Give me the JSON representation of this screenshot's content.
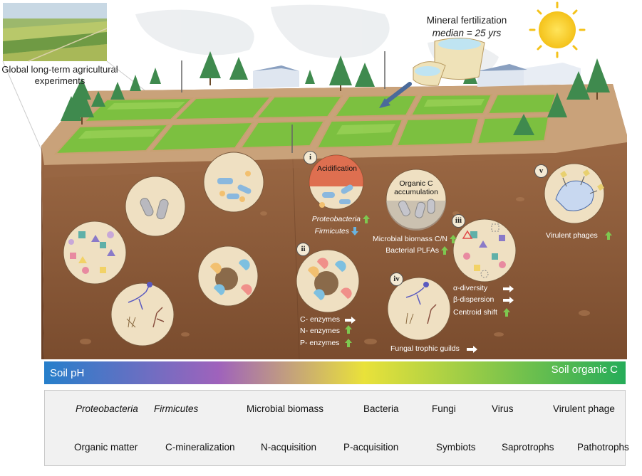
{
  "header": {
    "photo_caption": "Global long-term agricultural experiments",
    "fertilization_title": "Mineral fertilization",
    "fertilization_median": "median = 25 yrs"
  },
  "circles": {
    "i": {
      "numeral": "i",
      "title": "Acidification",
      "labels": [
        "Proteobacteria",
        "Firmicutes"
      ],
      "directions": [
        "up",
        "down"
      ]
    },
    "organic_c": {
      "title_line1": "Organic C",
      "title_line2": "accumulation",
      "labels": [
        "Microbial biomass C/N",
        "Bacterial PLFAs"
      ],
      "directions": [
        "up",
        "up"
      ]
    },
    "ii": {
      "numeral": "ii",
      "labels": [
        "C- enzymes",
        "N- enzymes",
        "P- enzymes"
      ],
      "directions": [
        "neutral",
        "up",
        "up"
      ]
    },
    "iii": {
      "numeral": "iii",
      "labels": [
        "α-diversity",
        "β-dispersion",
        "Centroid shift"
      ],
      "directions": [
        "neutral",
        "neutral",
        "up"
      ]
    },
    "iv": {
      "numeral": "iv",
      "labels": [
        "Fungal trophic guilds"
      ],
      "directions": [
        "neutral"
      ]
    },
    "v": {
      "numeral": "v",
      "labels": [
        "Virulent phages"
      ],
      "directions": [
        "up"
      ]
    }
  },
  "gradient": {
    "left_label": "Soil pH",
    "right_label": "Soil organic C",
    "left_color": "#1a78c8",
    "mid_color": "#e8e030",
    "right_color": "#1aa850"
  },
  "legend": {
    "row1": [
      "Proteobacteria",
      "Firmicutes",
      "Microbial biomass",
      "Bacteria",
      "Fungi",
      "Virus",
      "Virulent phage"
    ],
    "row2": [
      "Organic matter",
      "C-mineralization",
      "N-acquisition",
      "P-acquisition",
      "Symbiots",
      "Saprotrophs",
      "Pathotrophs"
    ]
  },
  "colors": {
    "up_arrow": "#7ec850",
    "down_arrow": "#6ab4e0",
    "neutral_arrow": "#ffffff",
    "soil": "#8a5a3a",
    "field_green": "#7cc040"
  }
}
